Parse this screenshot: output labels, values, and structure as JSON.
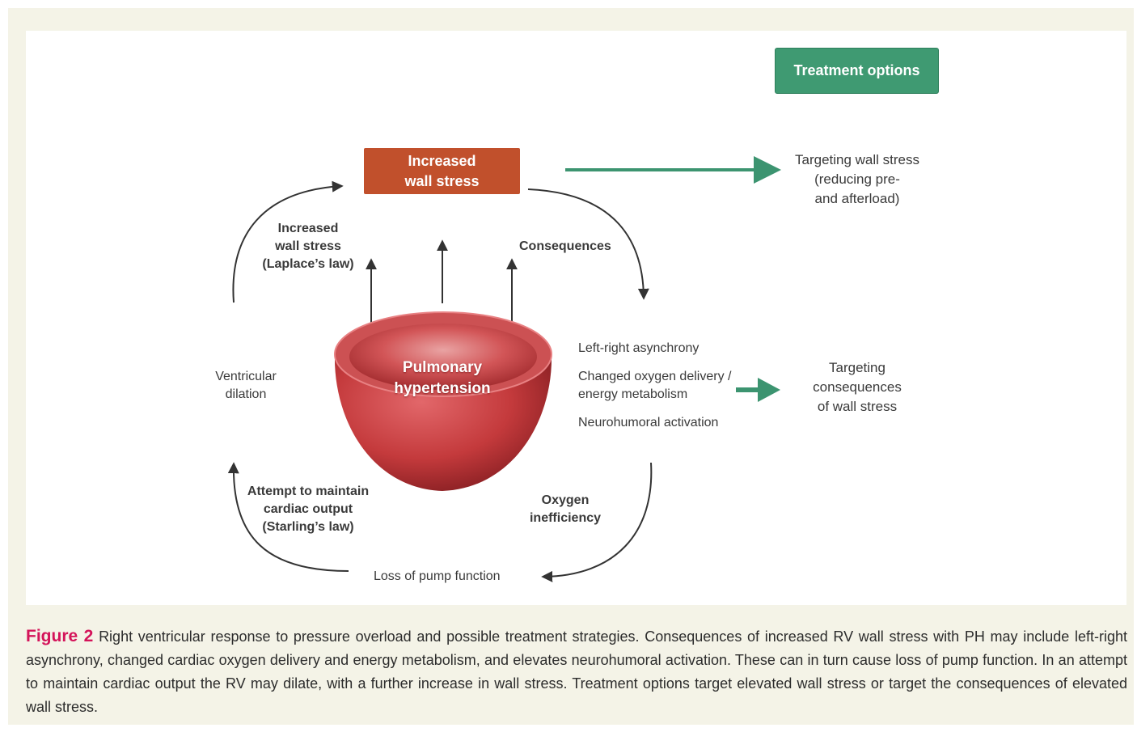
{
  "treatment_options_label": "Treatment options",
  "increased_wall_stress_box": "Increased wall stress",
  "bowl_label": "Pulmonary hypertension",
  "laplace": [
    "Increased",
    "wall stress",
    "(Laplace’s law)"
  ],
  "consequences_label": "Consequences",
  "ventricular_dilation": [
    "Ventricular",
    "dilation"
  ],
  "consequence_items": {
    "asynchrony": "Left-right asynchrony",
    "oxygen_delivery": [
      "Changed oxygen delivery /",
      "energy metabolism"
    ],
    "neurohumoral": "Neurohumoral activation"
  },
  "starling": [
    "Attempt to maintain",
    "cardiac output",
    "(Starling’s law)"
  ],
  "oxygen_inefficiency": [
    "Oxygen",
    "inefficiency"
  ],
  "loss_of_pump": "Loss of pump function",
  "targeting_wall_stress": [
    "Targeting wall stress",
    "(reducing pre-",
    "and afterload)"
  ],
  "targeting_consequences": [
    "Targeting",
    "consequences",
    "of wall stress"
  ],
  "caption": {
    "figure_label": "Figure 2",
    "text": "Right ventricular response to pressure overload and possible treatment strategies. Consequences of increased RV wall stress with PH may include left-right asynchrony, changed cardiac oxygen delivery and energy metabolism, and elevates neurohumoral activation. These can in turn cause loss of pump function. In an attempt to maintain cardiac output the RV may dilate, with a further increase in wall stress. Treatment options target elevated wall stress or target the consequences of elevated wall stress."
  },
  "colors": {
    "treatment_green": "#3f9a72",
    "arrow_green": "#3c9470",
    "stress_orange": "#c1502c",
    "bowl_red": "#c43a3c",
    "figure_label_pink": "#d4145a"
  },
  "icons": {
    "bowl": "ventricle-bowl-illustration"
  }
}
